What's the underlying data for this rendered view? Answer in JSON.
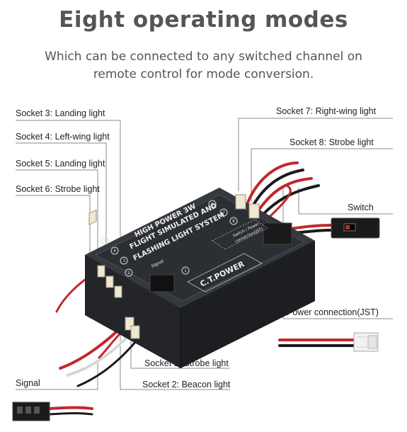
{
  "header": {
    "title": "Eight operating modes",
    "subtitle_line1": "Which can be connected to any switched channel on",
    "subtitle_line2": "remote control for mode conversion."
  },
  "labels": {
    "socket3": "Socket 3: Landing light",
    "socket4": "Socket 4: Left-wing light",
    "socket5": "Socket 5: Landing light",
    "socket6": "Socket 6: Strobe light",
    "socket7": "Socket 7: Right-wing light",
    "socket8": "Socket 8: Strobe light",
    "switch": "Switch",
    "power": "Power connection(JST)",
    "socket1": "Socket 1: Strobe light",
    "socket2": "Socket 2: Beacon light",
    "signal": "Signal"
  },
  "device": {
    "line1": "HIGH POWER 3W",
    "line2": "FLIGHT SIMULATED AND",
    "line3": "FLASHING LIGHT SYSTEM",
    "brand": "C.T.POWER",
    "switch_power_label": "Switch / Power",
    "switch_power_sub": "connection(JST)",
    "signal_label": "Signal",
    "port_numbers": [
      "1",
      "2",
      "3",
      "4",
      "5",
      "6",
      "7",
      "8"
    ]
  },
  "colors": {
    "device_body": "#2c2f34",
    "device_top": "#3a3d43",
    "leader_line": "#888888",
    "wire_red": "#c0282d",
    "wire_white": "#e8e8e8",
    "wire_black": "#1a1a1a"
  }
}
